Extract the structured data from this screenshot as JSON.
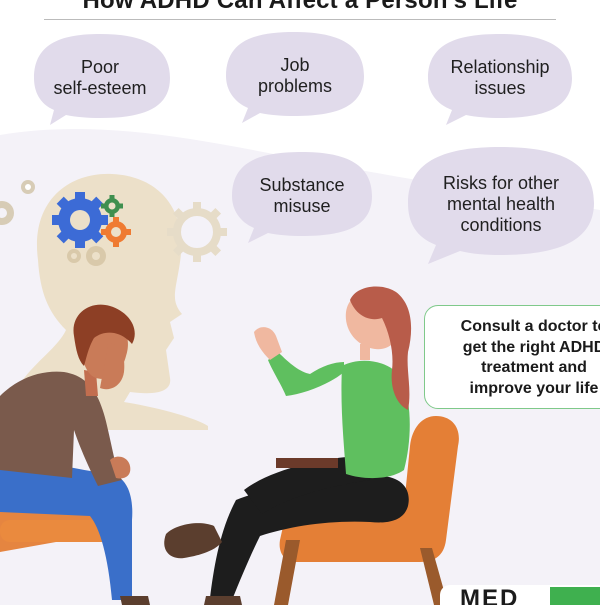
{
  "title": "How ADHD Can Affect a Person's Life",
  "bubbles": {
    "b1": [
      "Poor",
      "self-esteem"
    ],
    "b2": [
      "Job",
      "problems"
    ],
    "b3": [
      "Relationship",
      "issues"
    ],
    "b4": [
      "Substance",
      "misuse"
    ],
    "b5": [
      "Risks for other",
      "mental health",
      "conditions"
    ]
  },
  "cta": [
    "Consult a doctor to",
    "get the right ADHD",
    "treatment and",
    "improve your life"
  ],
  "logo_text": "MED",
  "colors": {
    "bubble": "#e1dbeb",
    "background_wave": "#f4f2f8",
    "cta_border": "#7fc98a",
    "chair": "#ea8a3e",
    "shirt_green": "#5fbf5f"
  }
}
